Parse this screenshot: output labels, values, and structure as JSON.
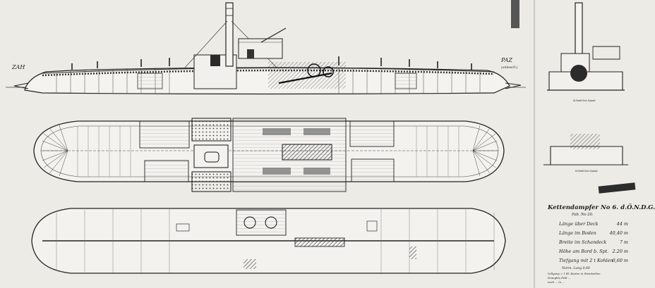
{
  "labels": {
    "stern_mark": "ZAH",
    "bow_mark": "PAZ",
    "bow_sub": "(unleserl.)",
    "section_caption_1": "Schnitt bei Spant",
    "section_caption_2": "Schnitt bei Spant"
  },
  "title_block": {
    "title": "Kettendampfer No 6. d.Ö.N.D.G.",
    "subtitle": "Fab. No 20.",
    "specs": [
      {
        "label": "Länge über Deck",
        "value": "44 m"
      },
      {
        "label": "Länge im Boden",
        "value": "40,40 m"
      },
      {
        "label": "Breite im Schandeck",
        "value": "7 m"
      },
      {
        "label": "Höhe am Bord b. Spt.",
        "value": "2.20 m"
      },
      {
        "label": "Tiefgang mit 2 t Kohlen",
        "value": "0,60 m"
      }
    ],
    "notes": [
      "Norm. Lung 0,60",
      "Vollgang = 1 Bl. Kosten in Steinkohlen",
      "Draughts Feld ...",
      "nach ... in ..."
    ]
  },
  "colors": {
    "paper": "#ecebe6",
    "ink": "#2a2a2a",
    "dark_ink": "#151515",
    "hatch": "#555555"
  }
}
